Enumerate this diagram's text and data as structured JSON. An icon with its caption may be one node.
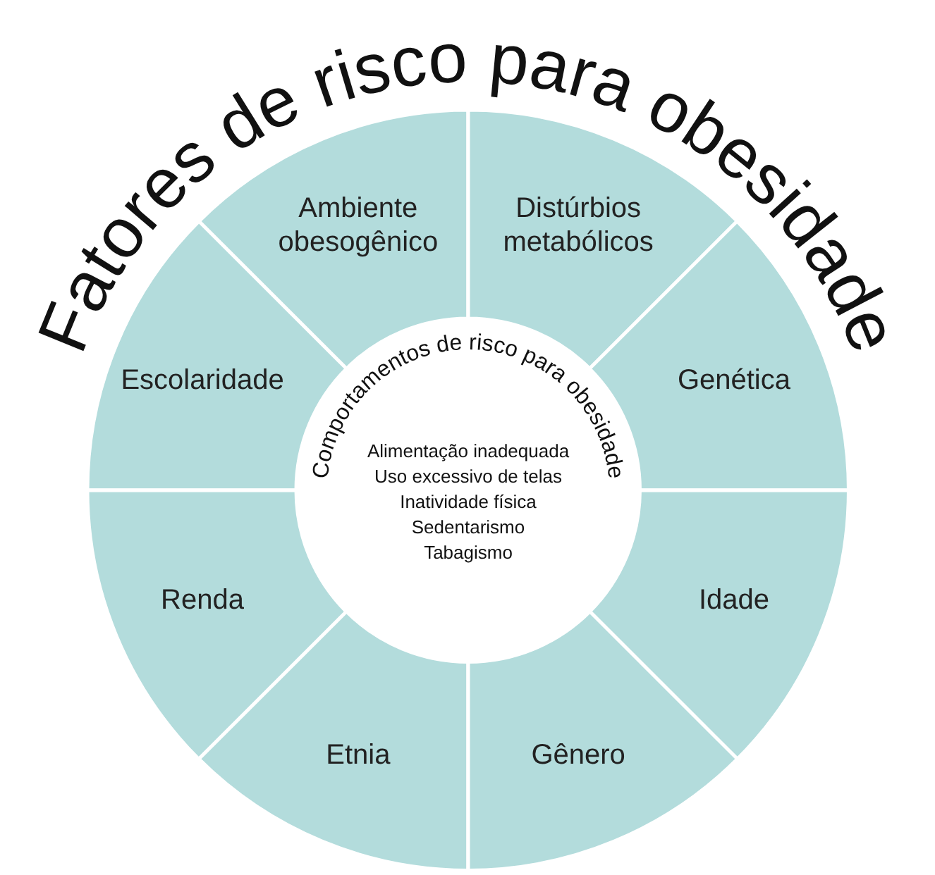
{
  "diagram": {
    "title": "Fatores de risco para obesidade",
    "nodes": [
      {
        "text": [
          "Ambiente obesogênico"
        ]
      },
      {
        "text": [
          "Distúrbios metabólicos"
        ]
      },
      {
        "text": [
          "Escolaridade"
        ]
      },
      {
        "text": [
          "Genética"
        ]
      },
      {
        "text": [
          "Renda"
        ]
      },
      {
        "text": [
          "Idade"
        ]
      },
      {
        "text": [
          "Etnia"
        ]
      },
      {
        "text": [
          "Gênero"
        ]
      },
      {
        "text": [
          "Comportamentos de risco para obesidade",
          "Alimentação inadequada",
          "Uso excessivo de telas",
          "Inatividade física",
          "Sedentarismo",
          "Tabagismo"
        ]
      }
    ]
  }
}
